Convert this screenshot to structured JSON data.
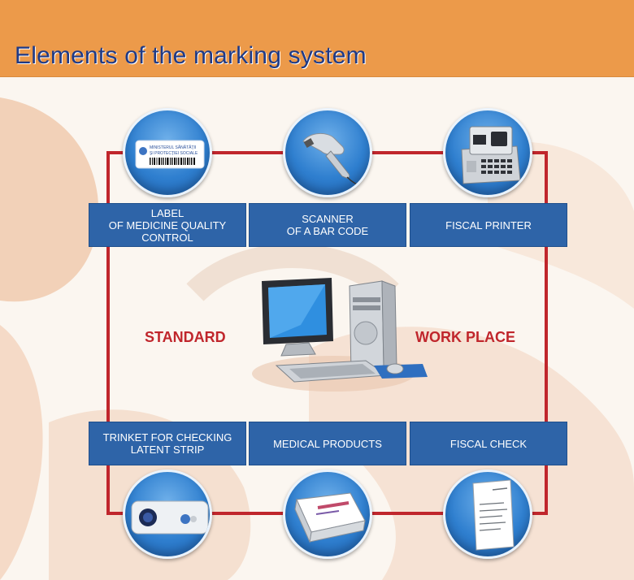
{
  "header": {
    "title": "Elements of the marking system"
  },
  "top_boxes": [
    {
      "label": "LABEL\nOF MEDICINE QUALITY\nCONTROL"
    },
    {
      "label": "SCANNER\nOF A BAR CODE"
    },
    {
      "label": "FISCAL PRINTER"
    }
  ],
  "bottom_boxes": [
    {
      "label": "TRINKET FOR CHECKING\nLATENT STRIP"
    },
    {
      "label": "MEDICAL PRODUCTS"
    },
    {
      "label": "FISCAL CHECK"
    }
  ],
  "center": {
    "left_label": "STANDARD",
    "right_label": "WORK PLACE"
  },
  "label_card": {
    "line1": "MINISTERUL SĂNĂTĂŢII",
    "line2": "ŞI PROTECŢIEI SOCIALE"
  },
  "colors": {
    "header": "#ec9a4a",
    "title": "#1f3a86",
    "box": "#2e64a8",
    "frame": "#c0262c",
    "circle": "#2f7fcf"
  },
  "icons": [
    "label-card-icon",
    "barcode-scanner-icon",
    "fiscal-printer-icon",
    "trinket-icon",
    "medical-product-box-icon",
    "fiscal-receipt-icon",
    "computer-icon"
  ]
}
